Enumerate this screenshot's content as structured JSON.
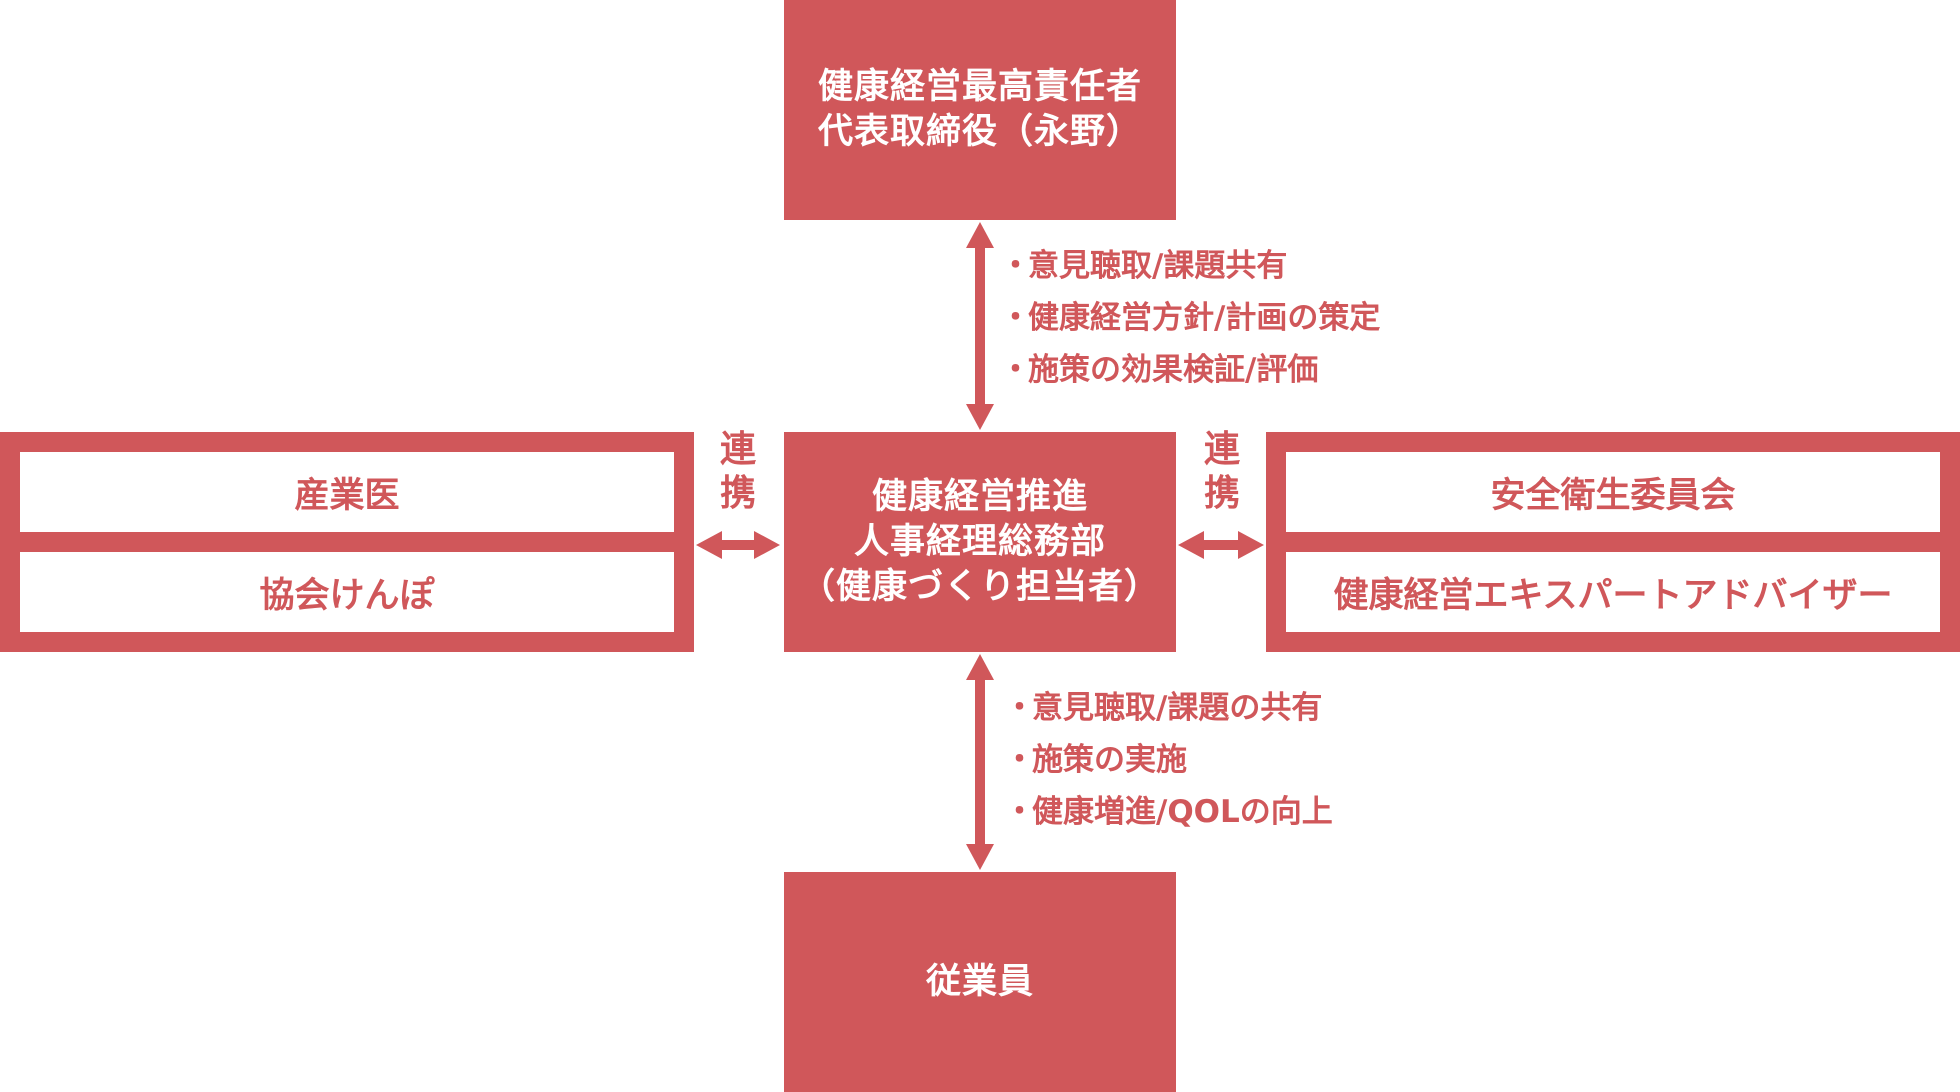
{
  "colors": {
    "accent": "#d0575a",
    "background": "#ffffff",
    "text_on_accent": "#ffffff"
  },
  "top_box": {
    "line1": "健康経営最高責任者",
    "line2": "代表取締役（永野）"
  },
  "center_box": {
    "line1": "健康経営推進",
    "line2": "人事経理総務部",
    "line3": "（健康づくり担当者）"
  },
  "bottom_box": {
    "label": "従業員"
  },
  "left_group": {
    "items": [
      {
        "label": "産業医"
      },
      {
        "label": "協会けんぽ"
      }
    ]
  },
  "right_group": {
    "items": [
      {
        "label": "安全衛生委員会"
      },
      {
        "label": "健康経営エキスパートアドバイザー"
      }
    ]
  },
  "connectors": {
    "left_label_1": "連",
    "left_label_2": "携",
    "right_label_1": "連",
    "right_label_2": "携"
  },
  "top_relations": [
    "意見聴取/課題共有",
    "健康経営方針/計画の策定",
    "施策の効果検証/評価"
  ],
  "bottom_relations": [
    "意見聴取/課題の共有",
    "施策の実施",
    "健康増進/QOLの向上"
  ],
  "bullet_symbol": "・"
}
